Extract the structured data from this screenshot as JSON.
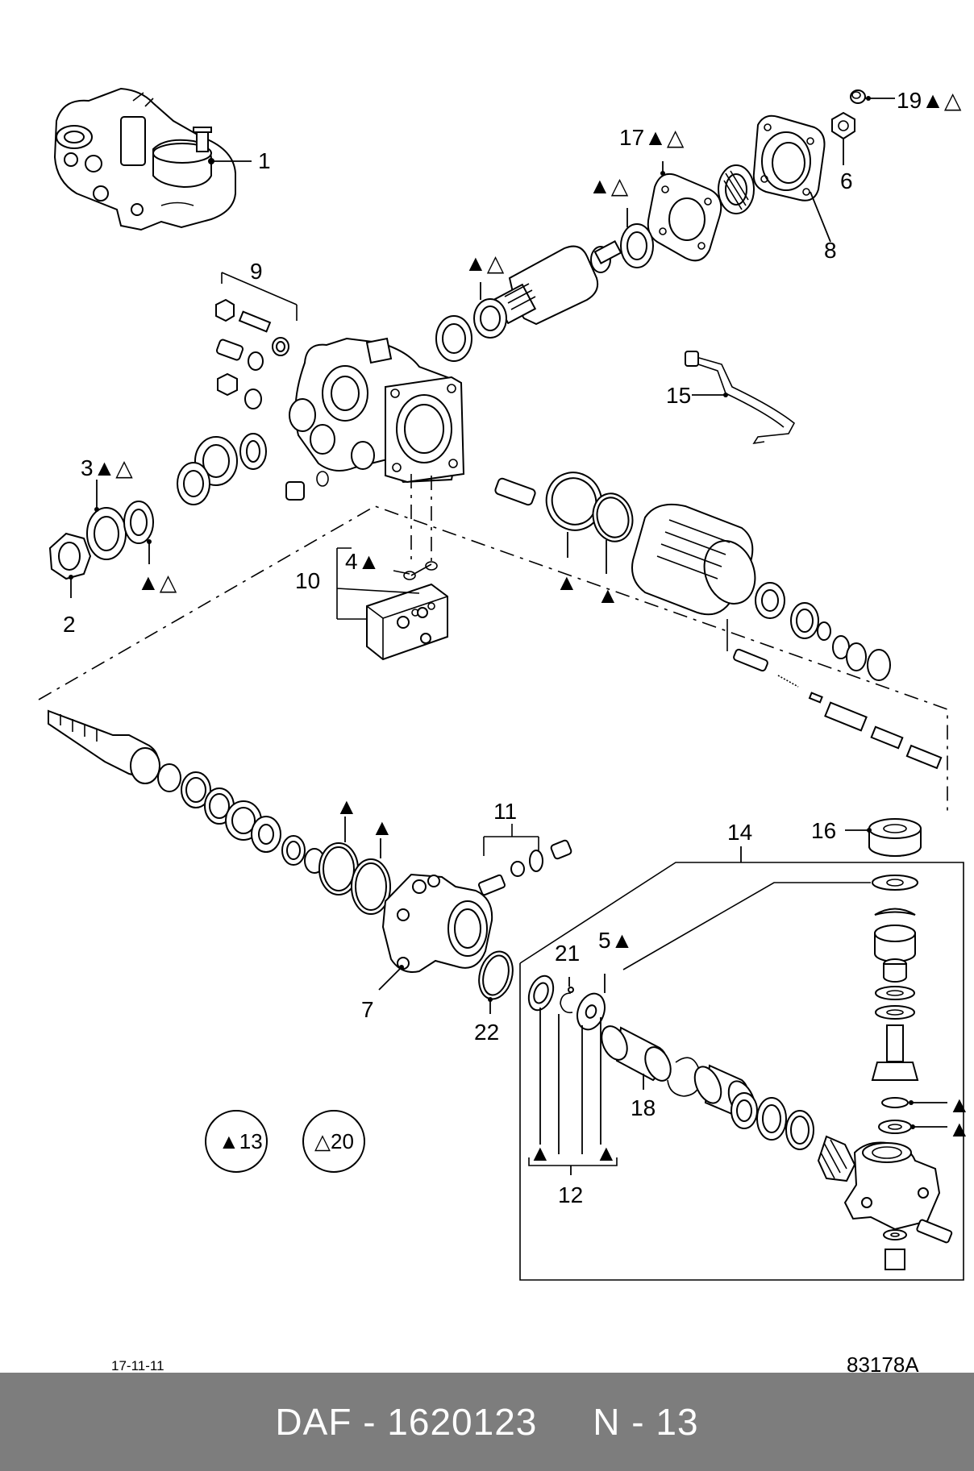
{
  "diagram": {
    "callouts": [
      {
        "id": "c1",
        "text": "1"
      },
      {
        "id": "c2",
        "text": "2"
      },
      {
        "id": "c3",
        "text": "3▲△"
      },
      {
        "id": "c4",
        "text": "4▲"
      },
      {
        "id": "c5",
        "text": "5▲"
      },
      {
        "id": "c6",
        "text": "6"
      },
      {
        "id": "c7",
        "text": "7"
      },
      {
        "id": "c8",
        "text": "8"
      },
      {
        "id": "c9",
        "text": "9"
      },
      {
        "id": "c10",
        "text": "10"
      },
      {
        "id": "c11",
        "text": "11"
      },
      {
        "id": "c12",
        "text": "12"
      },
      {
        "id": "c14",
        "text": "14"
      },
      {
        "id": "c15",
        "text": "15"
      },
      {
        "id": "c16",
        "text": "16"
      },
      {
        "id": "c17",
        "text": "17▲△"
      },
      {
        "id": "c18",
        "text": "18"
      },
      {
        "id": "c19",
        "text": "19▲△"
      },
      {
        "id": "c21",
        "text": "21"
      },
      {
        "id": "c22",
        "text": "22"
      }
    ],
    "markers": {
      "filled_open": "▲△",
      "filled": "▲"
    },
    "legend": [
      {
        "text": "▲13"
      },
      {
        "text": "△20"
      }
    ],
    "date": "17-11-11",
    "drawing_ref": "83178A"
  },
  "footer": {
    "text": "DAF - 1620123     N - 13"
  }
}
